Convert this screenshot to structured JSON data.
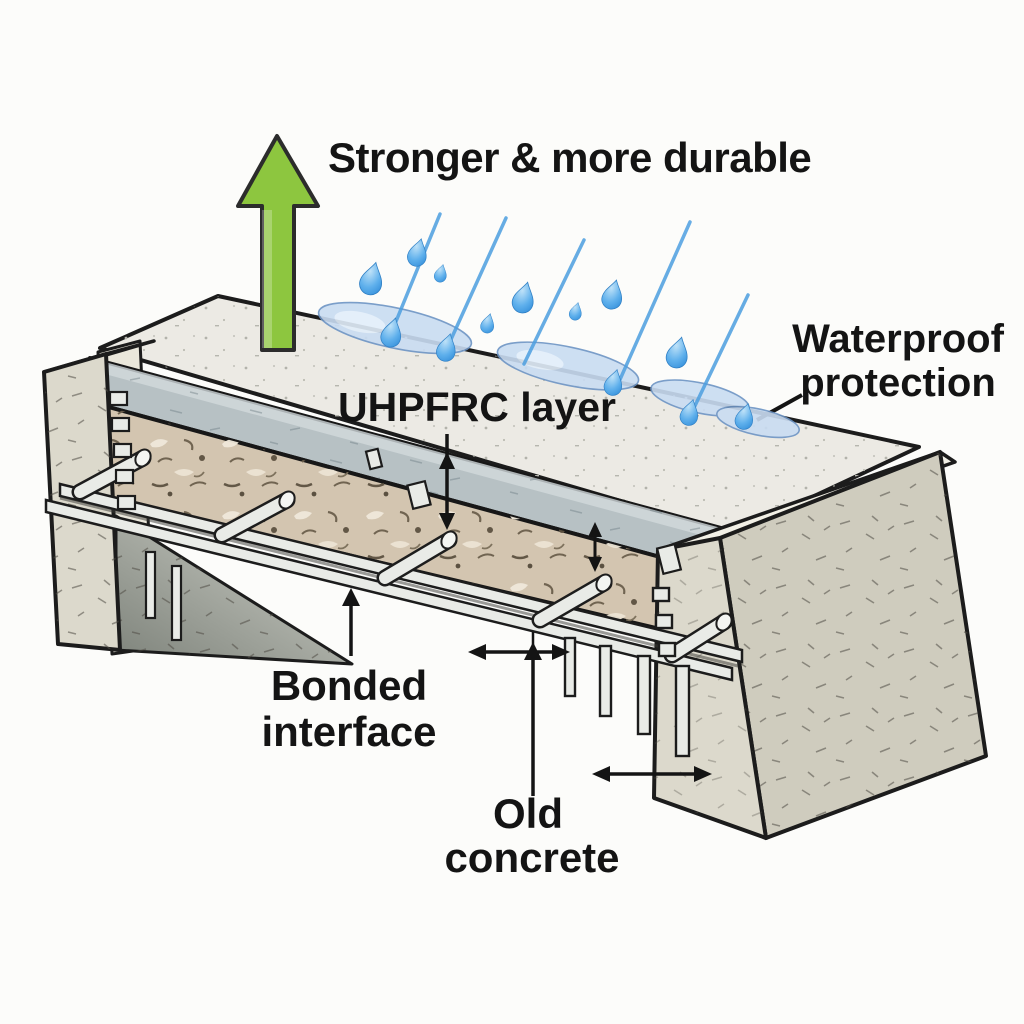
{
  "labels": {
    "benefit": "Stronger & more durable",
    "waterproof_line1": "Waterproof",
    "waterproof_line2": "protection",
    "uhpfrc": "UHPFRC layer",
    "bonded_line1": "Bonded",
    "bonded_line2": "interface",
    "old_line1": "Old",
    "old_line2": "concrete"
  },
  "colors": {
    "background": "#fcfcfa",
    "text": "#141414",
    "outline": "#1c1c1c",
    "accent_green": "#8dc63f",
    "rain_blue": "#4d9fe0",
    "puddle_blue": "#c9dcf2",
    "uhpfrc_gray": "#b7c1c4",
    "old_concrete_tan": "#d3c5b0",
    "deck_surface": "#eceae4",
    "pier_concrete": "#dcd9cc",
    "steel": "#e9ebe7",
    "soffit_dark": "#82877f"
  }
}
